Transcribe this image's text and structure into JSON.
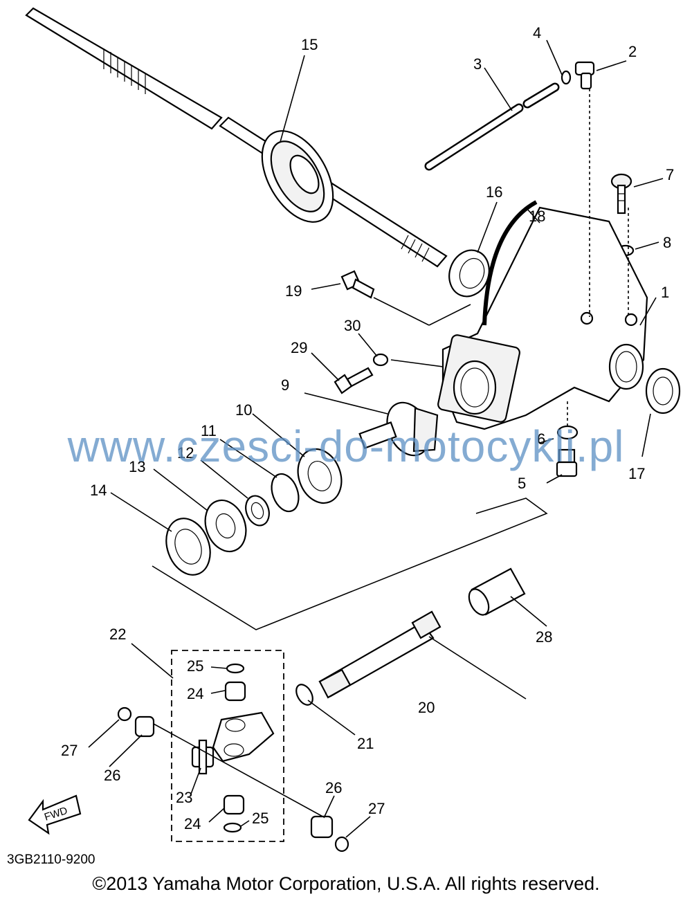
{
  "diagram": {
    "labels": {
      "p1": "1",
      "p2": "2",
      "p3": "3",
      "p4": "4",
      "p5": "5",
      "p6": "6",
      "p7": "7",
      "p8": "8",
      "p9": "9",
      "p10": "10",
      "p11": "11",
      "p12": "12",
      "p13": "13",
      "p14": "14",
      "p15": "15",
      "p16": "16",
      "p17": "17",
      "p18": "18",
      "p19": "19",
      "p20": "20",
      "p21": "21",
      "p22": "22",
      "p23": "23",
      "p24a": "24",
      "p24b": "24",
      "p25a": "25",
      "p25b": "25",
      "p26a": "26",
      "p26b": "26",
      "p27a": "27",
      "p27b": "27",
      "p28": "28",
      "p29": "29",
      "p30": "30"
    },
    "fwd_label": "FWD",
    "diagram_code": "3GB2110-9200",
    "watermark": "www.czesci-do-motocykli.pl",
    "copyright": "©2013 Yamaha Motor Corporation, U.S.A. All rights reserved."
  }
}
